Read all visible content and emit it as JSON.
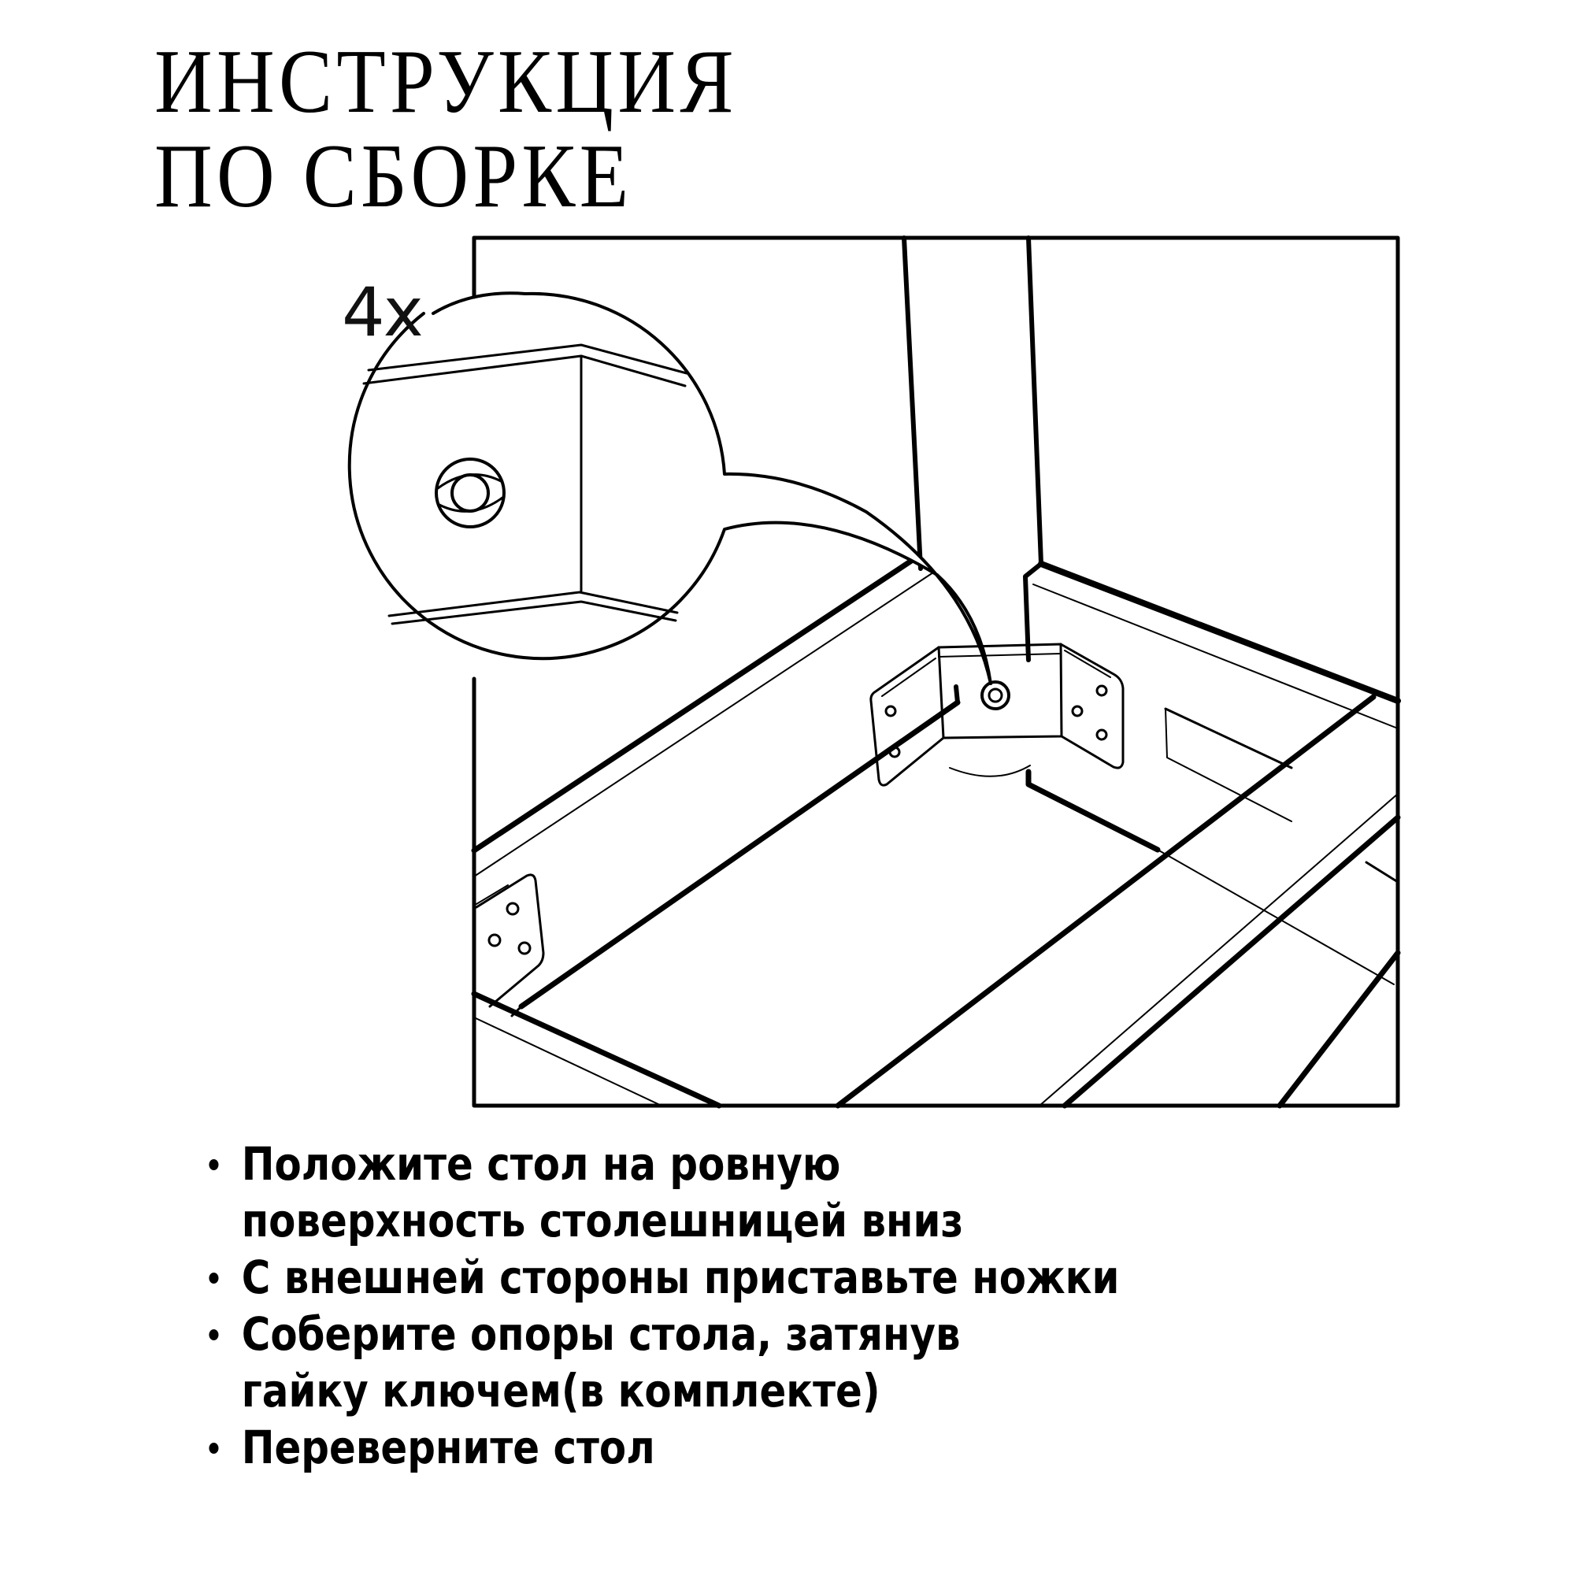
{
  "header": {
    "title_line_1": "ИНСТРУКЦИЯ",
    "title_line_2": "ПО СБОРКЕ"
  },
  "illustration": {
    "description": "Table frame viewed from below: leg attached to corner with metal bracket and nut; detail callout magnifies the nut",
    "callout_quantity_label": "4x",
    "parts": [
      "table-leg",
      "corner-bracket",
      "nut",
      "apron-rail",
      "cross-slat",
      "detail-callout-circle"
    ]
  },
  "instructions": {
    "steps": [
      {
        "text": "Положите стол на ровную поверхность столешницей вниз"
      },
      {
        "text": "С внешней стороны приставьте ножки"
      },
      {
        "text": "Соберите опоры стола, затянув гайку ключем(в комплекте)"
      },
      {
        "text": "Переверните стол"
      }
    ]
  },
  "colors": {
    "background": "#ffffff",
    "ink": "#000000"
  }
}
